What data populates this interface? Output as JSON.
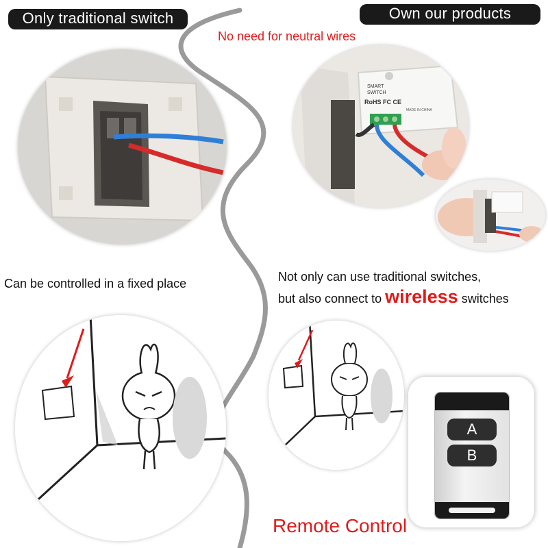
{
  "left": {
    "badge": "Only traditional switch",
    "caption": "Can be controlled in a fixed place"
  },
  "right": {
    "badge": "Own our products",
    "subtitle": "No need for neutral wires",
    "product_label": {
      "line1": "SMART",
      "line2": "SWITCH",
      "cert": "RoHS FC CE",
      "origin": "MADE IN CHINA"
    },
    "caption_line1": "Not only can use traditional switches,",
    "caption_line2_pre": "but also connect to",
    "caption_line2_highlight": "wireless",
    "caption_line2_post": "switches"
  },
  "remote": {
    "button_a": "A",
    "button_b": "B",
    "label": "Remote Control"
  },
  "colors": {
    "accent_red": "#e11a1a",
    "badge_bg": "#1a1a1a",
    "divider": "#9a9a9a",
    "wire_blue": "#2f7fd6",
    "wire_red": "#d62b2b"
  }
}
